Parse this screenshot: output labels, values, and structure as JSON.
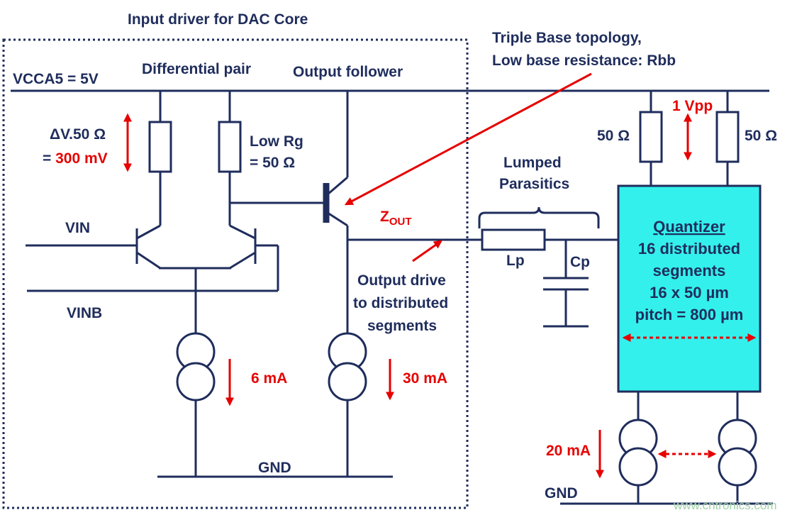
{
  "title": "Input driver for DAC Core",
  "labels": {
    "vcca": "VCCA5 = 5V",
    "diff_pair": "Differential pair",
    "output_follower": "Output follower",
    "triple_base_1": "Triple Base topology,",
    "triple_base_2": "Low base resistance: Rbb",
    "delta_v": "ΔV.50 Ω",
    "eq_prefix": "= ",
    "mv300": "300 mV",
    "low_rg_1": "Low Rg",
    "low_rg_2": "= 50 Ω",
    "vin": "VIN",
    "vinb": "VINB",
    "zout_main": "Z",
    "zout_sub": "OUT",
    "lumped_1": "Lumped",
    "lumped_2": "Parasitics",
    "lp": "Lp",
    "cp": "Cp",
    "output_drive_1": "Output drive",
    "output_drive_2": "to distributed",
    "output_drive_3": "segments",
    "ma6": "6 mA",
    "ma30": "30 mA",
    "gnd_left": "GND",
    "vpp": "1 Vpp",
    "ohm_left": "50 Ω",
    "ohm_right": "50 Ω",
    "ma20": "20 mA",
    "gnd_right": "GND",
    "watermark": "www.cntronics.com"
  },
  "quantizer": {
    "title": "Quantizer",
    "line1": "16 distributed",
    "line2": "segments",
    "line3": "16 x 50 µm",
    "line4": "pitch = 800 µm"
  },
  "colors": {
    "wire": "#1f2d5c",
    "highlight": "#e60000",
    "quantizer_fill": "#33f0ec"
  }
}
